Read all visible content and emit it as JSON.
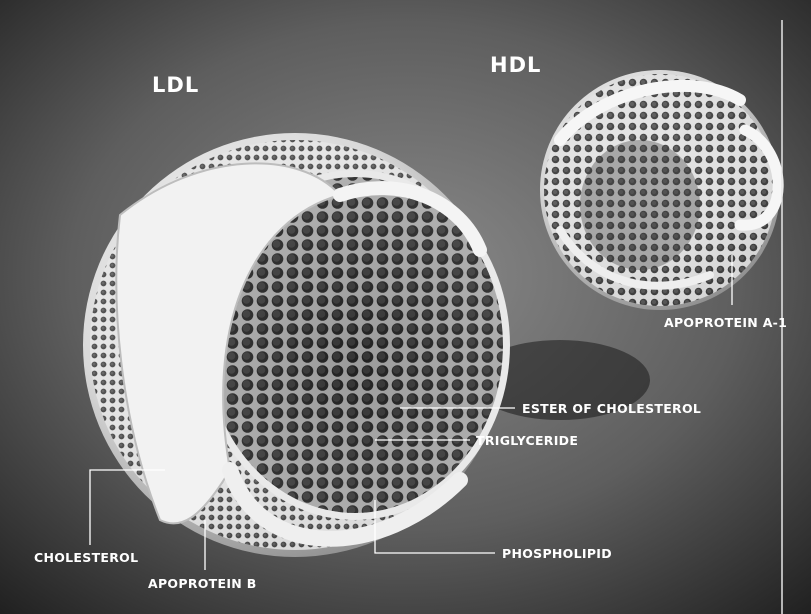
{
  "titles": {
    "ldl": "LDL",
    "hdl": "HDL"
  },
  "labels": {
    "apoprotein_a1": "APOPROTEIN A-1",
    "ester_of_cholesterol": "ESTER OF CHOLESTEROL",
    "triglyceride": "TRIGLYCERIDE",
    "cholesterol": "CHOLESTEROL",
    "phospholipid": "PHOSPHOLIPID",
    "apoprotein_b": "APOPROTEIN B"
  },
  "colors": {
    "background_dark": "#1c1c1c",
    "background_mid": "#6a6a6a",
    "particle_light": "#ececec",
    "core_dark": "#1a1a1a",
    "label": "#ffffff"
  }
}
